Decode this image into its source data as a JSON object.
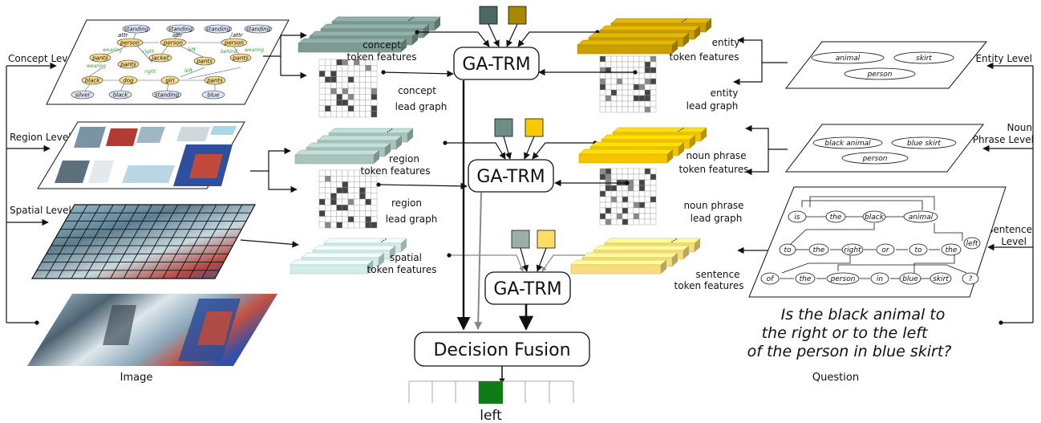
{
  "levels": {
    "concept": "Concept Level",
    "region": "Region Level",
    "spatial": "Spatial Level",
    "entity": "Entity Level",
    "noun_phrase": [
      "Noun",
      "Phrase Level"
    ],
    "sentence": [
      "Sentence",
      "Level"
    ]
  },
  "features": {
    "concept_tokens": [
      "concept",
      "token features"
    ],
    "concept_graph": [
      "concept",
      "lead graph"
    ],
    "region_tokens": [
      "region",
      "token features"
    ],
    "region_graph": [
      "region",
      "lead graph"
    ],
    "spatial_tokens": [
      "spatial",
      "token features"
    ],
    "entity_tokens": [
      "entity",
      "token features"
    ],
    "entity_graph": [
      "entity",
      "lead graph"
    ],
    "np_tokens": [
      "noun phrase",
      "token features"
    ],
    "np_graph": [
      "noun phrase",
      "lead graph"
    ],
    "sentence_tokens": [
      "sentence",
      "token features"
    ]
  },
  "modules": {
    "gatrm": "GA-TRM",
    "fusion": "Decision Fusion"
  },
  "captions": {
    "image": "Image",
    "question": "Question",
    "answer": "left"
  },
  "question_lines": [
    "Is the black animal to",
    "the right or to the left",
    "of the person in blue skirt?"
  ],
  "entity_nodes": [
    "animal",
    "skirt",
    "person"
  ],
  "np_nodes": [
    "black animal",
    "blue skirt",
    "person"
  ],
  "sentence_nodes": [
    [
      "is",
      "the",
      "black",
      "animal"
    ],
    [
      "to",
      "the",
      "right",
      "or",
      "to",
      "the",
      "left"
    ],
    [
      "of",
      "the",
      "person",
      "in",
      "blue",
      "skirt",
      "?"
    ]
  ],
  "scene_graph": {
    "top_nodes": [
      "standing",
      "standing",
      "standing",
      "standing"
    ],
    "attr_label": "attr",
    "mid_nodes": [
      "person",
      "person",
      "person"
    ],
    "yellow_nodes": [
      "pants",
      "jacket",
      "pants",
      "pants",
      "pants"
    ],
    "edge_labels": [
      "wearing",
      "right",
      "left",
      "right",
      "left",
      "behind",
      "wearing",
      "wearing"
    ],
    "low_nodes": [
      "black",
      "dog",
      "girl",
      "pants"
    ],
    "bottom_nodes": [
      "silver",
      "black",
      "standing",
      "blue"
    ]
  },
  "colors": {
    "concept_bar": "#7d9b93",
    "region_bar": "#a9c4bd",
    "spatial_bar": "#d2ede8",
    "entity_bar": "#c8a000",
    "np_bar": "#f5c400",
    "sentence_bar": "#f8dc80",
    "sq1_dark": "#4d6964",
    "sq1_gold": "#a88800",
    "sq2_dark": "#6e8d87",
    "sq2_gold": "#fbc900",
    "sq3_dark": "#9aafab",
    "sq3_gold": "#ffdd66",
    "answer_fill": "#0e7d16",
    "graph_dark": "#444444",
    "graph_mid": "#888888"
  }
}
